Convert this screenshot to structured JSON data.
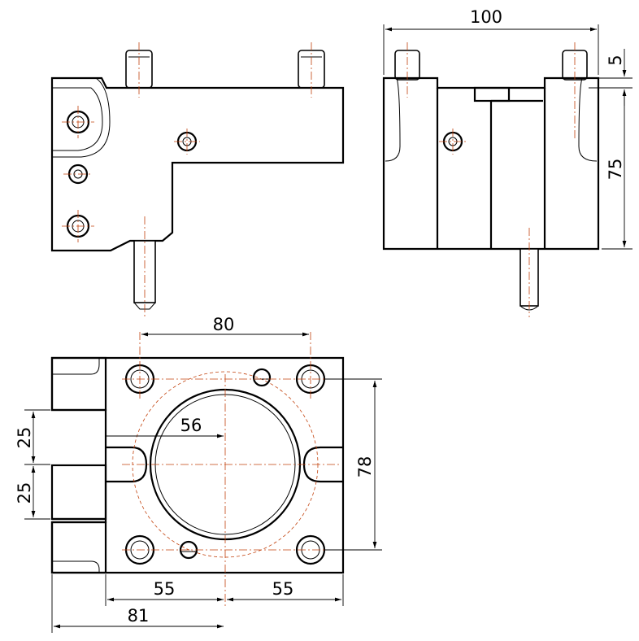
{
  "dimensions": {
    "overall_width": "100",
    "pin_offset": "5",
    "body_height": "75",
    "hole_spacing": "80",
    "bore_diameter": "56",
    "slot_spacing_upper": "25",
    "slot_spacing_lower": "25",
    "hole_spacing_vertical": "78",
    "center_offset_left": "55",
    "center_offset_right": "55",
    "overall_offset": "81"
  },
  "colors": {
    "outline": "#000000",
    "centerline": "#c2410c",
    "background": "#ffffff"
  }
}
